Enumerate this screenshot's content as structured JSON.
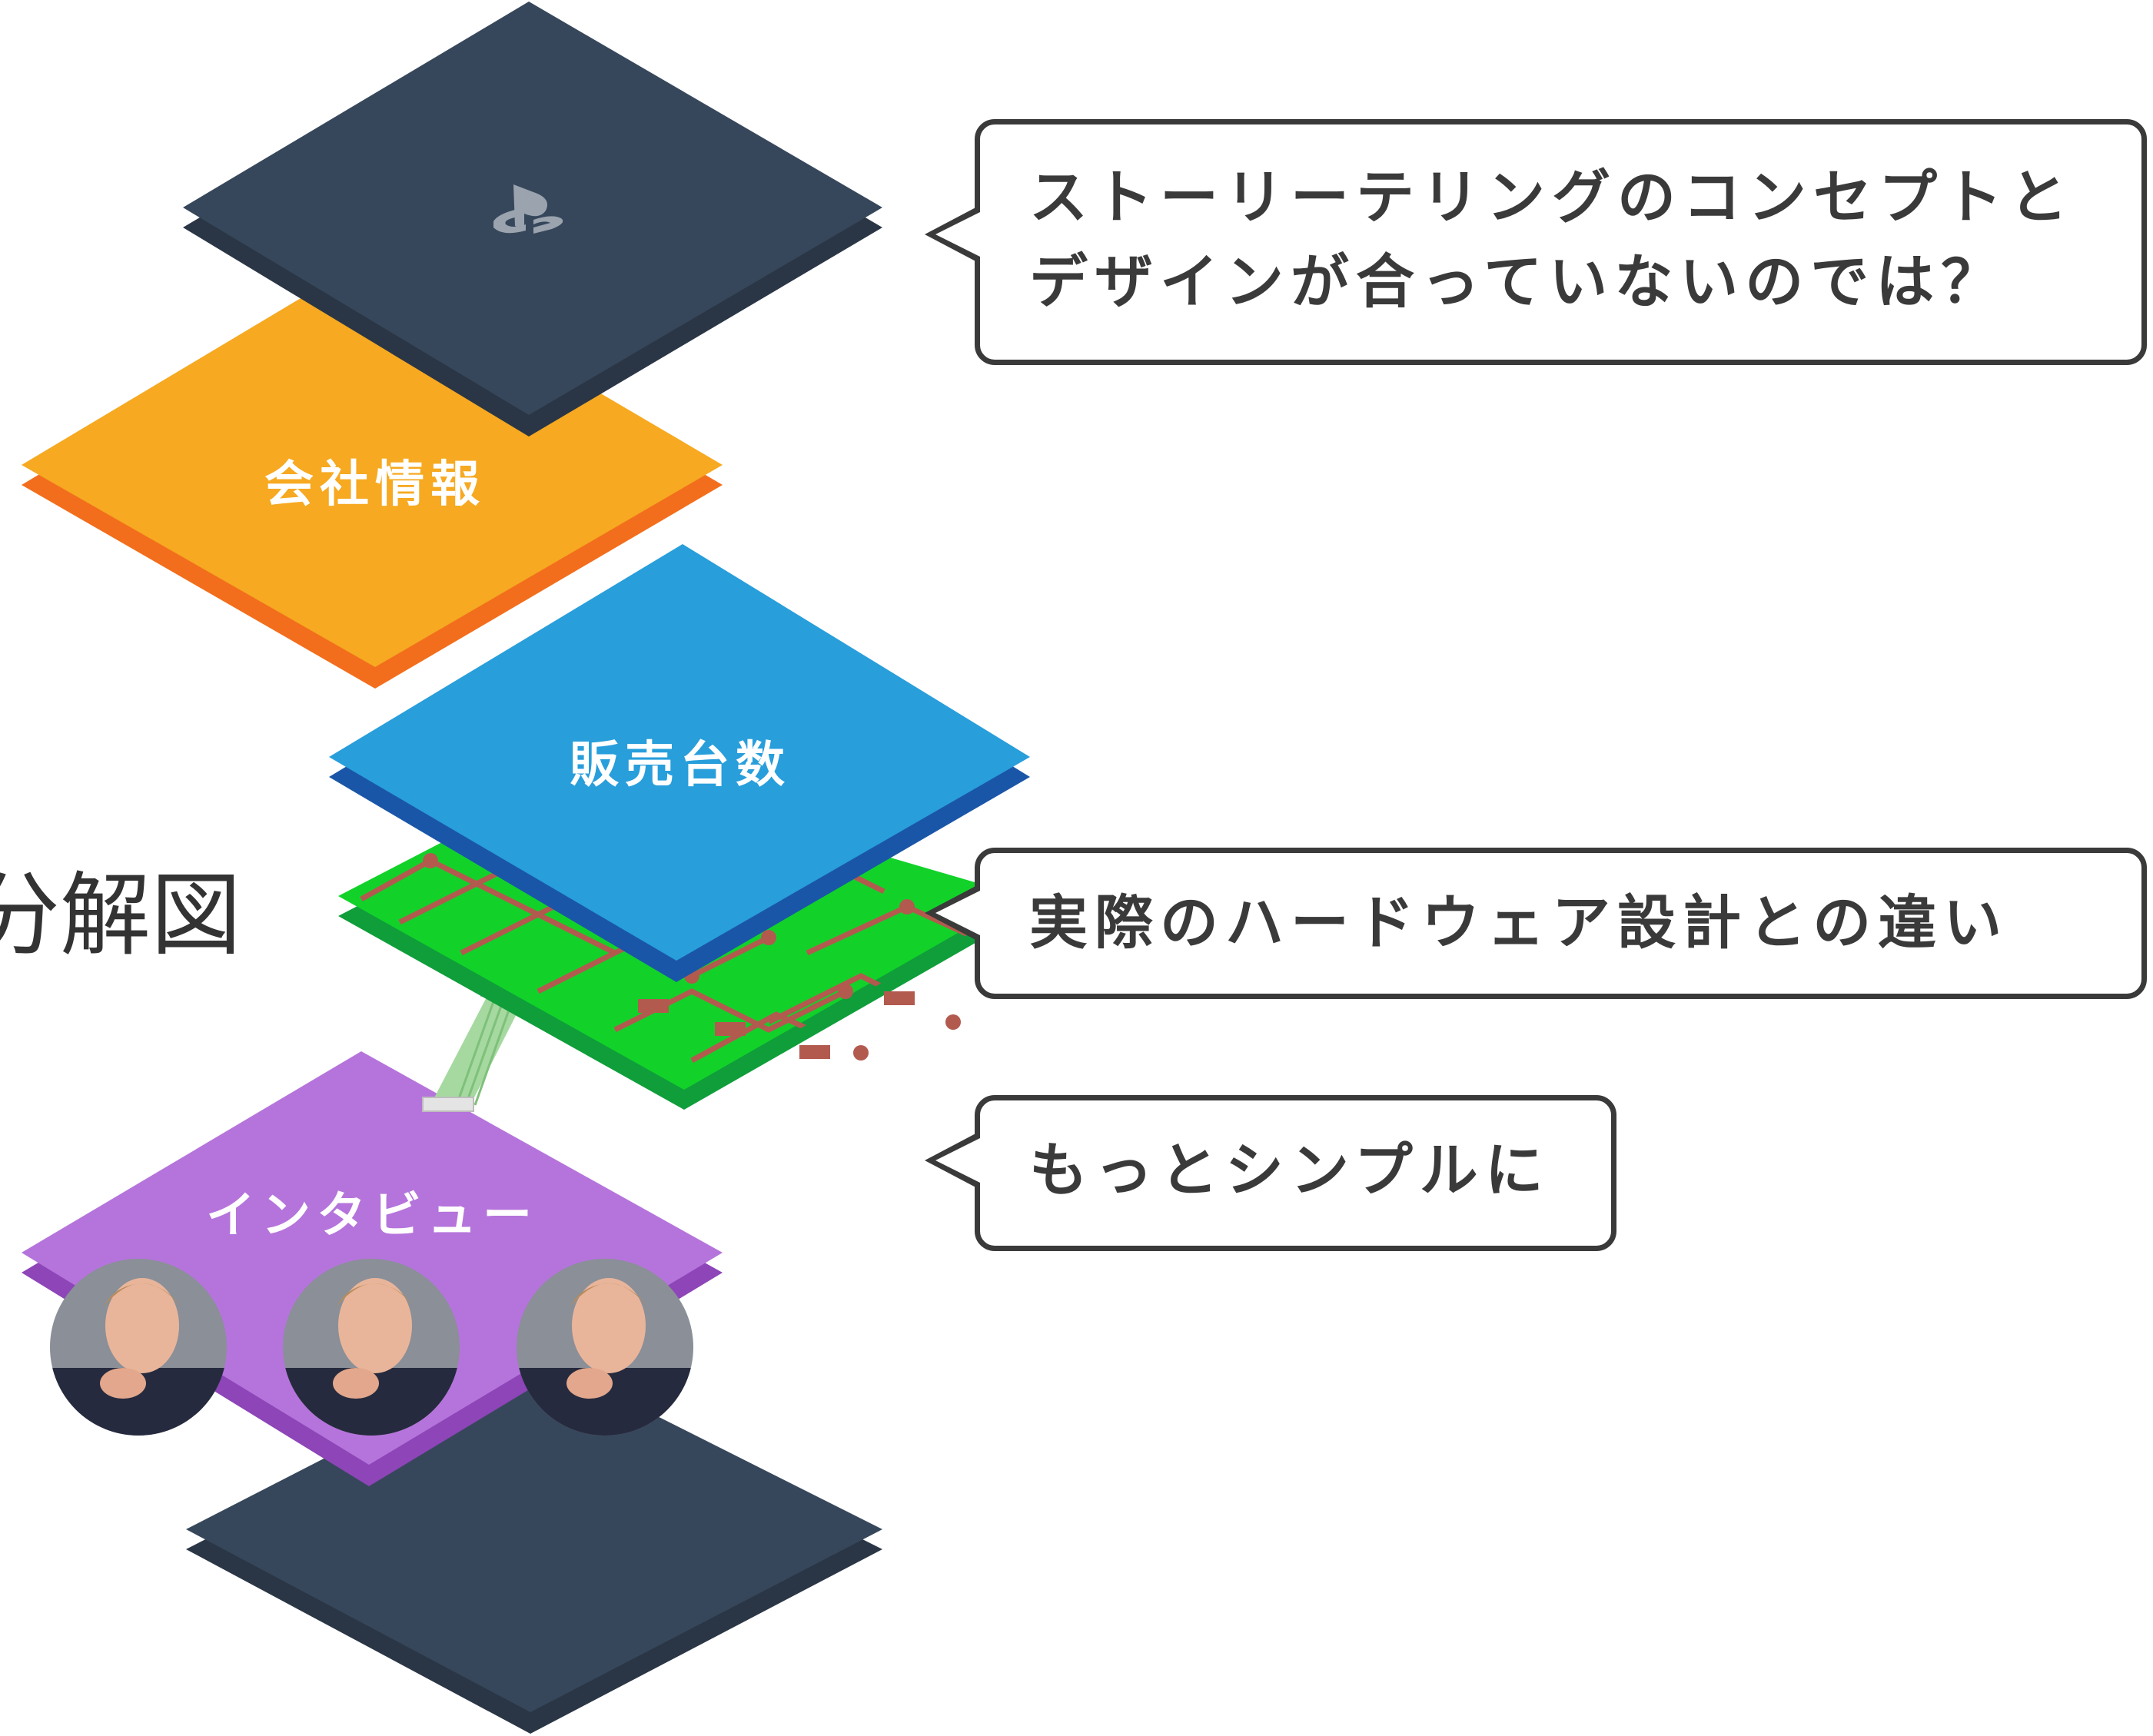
{
  "diagram": {
    "cut_title": "分解図",
    "layers": [
      {
        "id": "ps-top",
        "label": "",
        "icon": "playstation-logo-icon",
        "color": "#37475b",
        "edge": "#2a3645"
      },
      {
        "id": "company",
        "label": "会社情報",
        "color": "#f6a921",
        "edge": "#f26e1c"
      },
      {
        "id": "sales",
        "label": "販売台数",
        "color": "#289edb",
        "edge": "#1a56a8"
      },
      {
        "id": "circuit-board",
        "label": "",
        "color": "#12d22a",
        "edge": "#0f9e3a",
        "trace_color": "#b35a4f"
      },
      {
        "id": "interview",
        "label": "インタビュー",
        "color": "#b574db",
        "edge": "#8d45b8"
      },
      {
        "id": "ps-bottom",
        "label": "",
        "color": "#37475b",
        "edge": "#2a3645"
      }
    ],
    "avatars": [
      {
        "name": "interviewee-photo"
      },
      {
        "name": "interviewee-photo"
      },
      {
        "name": "interviewee-photo"
      }
    ]
  },
  "callouts": [
    {
      "lines": [
        "ストーリーテリングのコンセプトと",
        "デザインが合っていないのでは？"
      ]
    },
    {
      "lines": [
        "実際のハードウェア設計との違い"
      ]
    },
    {
      "lines": [
        "もっとシンプルに"
      ]
    }
  ]
}
